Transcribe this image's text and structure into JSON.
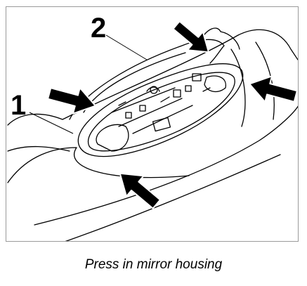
{
  "figure": {
    "callouts": [
      {
        "id": "1",
        "label": "1"
      },
      {
        "id": "2",
        "label": "2"
      }
    ],
    "caption": "Press in mirror housing",
    "colors": {
      "line": "#000000",
      "frame": "#9a9a9a",
      "background": "#ffffff"
    },
    "icons": [
      "press-arrow-icon"
    ]
  }
}
